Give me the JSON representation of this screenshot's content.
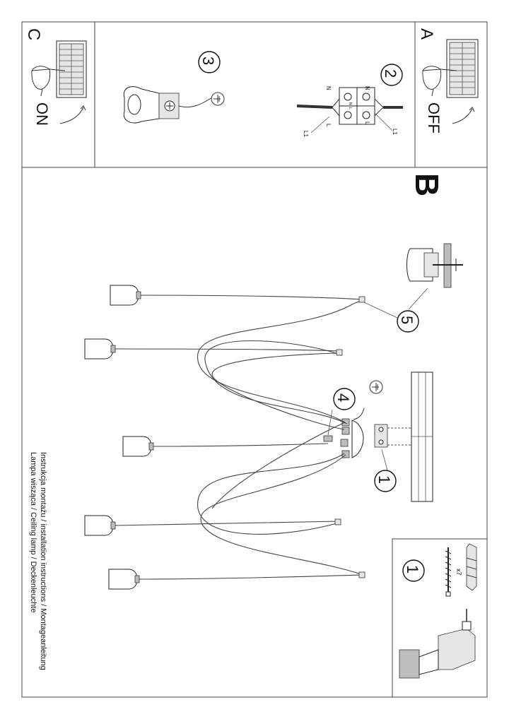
{
  "panels": {
    "A": {
      "letter": "A",
      "action": "OFF"
    },
    "C": {
      "letter": "C",
      "action": "ON"
    },
    "B": {
      "letter": "B"
    }
  },
  "steps": {
    "step1_top": "1",
    "step2": "2",
    "step3": "3",
    "step4": "4",
    "step5": "5",
    "step1_tools": "1"
  },
  "wiring_labels": {
    "left_n": "N",
    "left_l": "L",
    "left_l1": "L1",
    "right_n": "N",
    "right_l": "L",
    "right_l1": "L1",
    "center_n": "N",
    "center_l": "L"
  },
  "anchor_count": "x7",
  "title": {
    "line1": "Instrukcja montażu / installation instructions / Montageanleitung",
    "line2": "Lampa wisząca / Ceiling lamp / Deckenleuchte"
  },
  "icons": [
    "ground-icon",
    "ground-icon",
    "fuse-box-icon",
    "hand-icon",
    "drill-icon",
    "screw-icon",
    "wall-plug-icon"
  ]
}
